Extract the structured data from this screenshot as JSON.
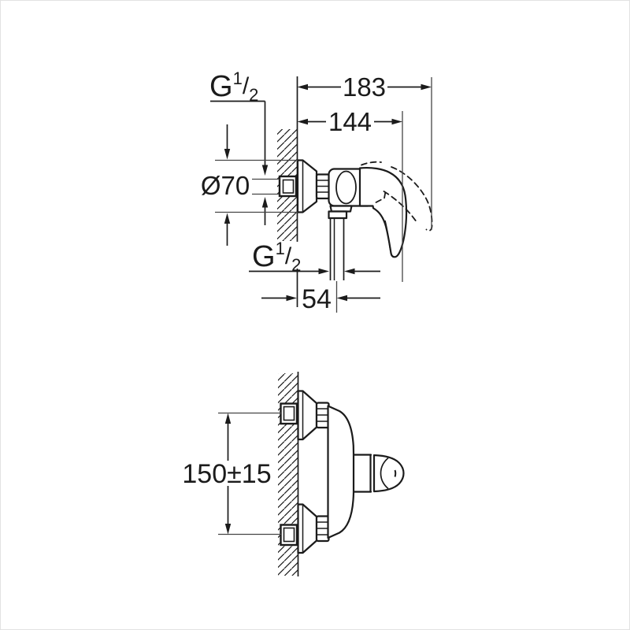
{
  "drawing": {
    "colors": {
      "background": "#ffffff",
      "line": "#1b1b1b",
      "extension_line": "#454545",
      "frame": "#e2e2e2"
    },
    "side_view": {
      "dims": {
        "total_depth": "183",
        "body_depth": "144",
        "escutcheon_diameter": "Ø70",
        "outlet_to_wall": "54",
        "wall_thread": {
          "g": "G",
          "sup": "1",
          "slash": "/",
          "sub": "2"
        },
        "outlet_thread": {
          "g": "G",
          "sup": "1",
          "slash": "/",
          "sub": "2"
        }
      }
    },
    "plan_view": {
      "dims": {
        "inlet_spacing": "150±15"
      }
    }
  }
}
